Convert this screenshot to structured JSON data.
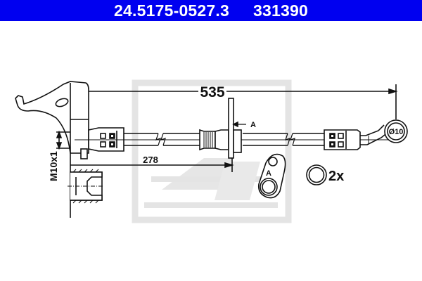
{
  "header": {
    "part_number": "24.5175-0527.3",
    "ref_number": "331390",
    "background_color": "#0000f0",
    "text_color": "#ffffff"
  },
  "drawing": {
    "title": "Brake hose technical drawing",
    "dimensions": {
      "overall_length": "535",
      "bracket_position": "278",
      "thread": "M10x1",
      "banjo_diameter": "Ø10"
    },
    "labels": {
      "bracket_marker": "A",
      "bracket_detail_marker": "A",
      "washer_quantity": "2x"
    },
    "watermark": {
      "logo": "Ate",
      "color": "#e6e6e6"
    },
    "line_color": "#111111"
  }
}
